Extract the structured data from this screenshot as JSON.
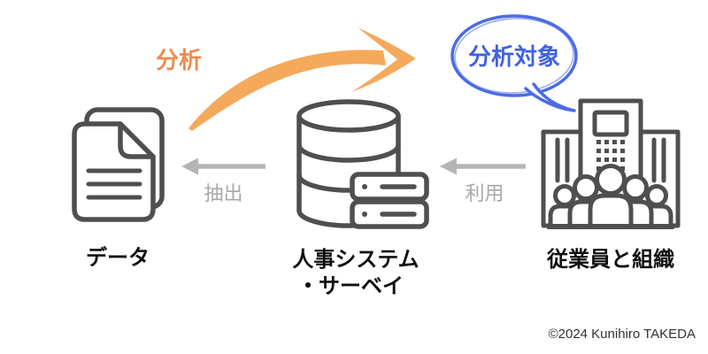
{
  "colors": {
    "icon_stroke": "#4f4f4f",
    "gray_arrow": "#b5b5b5",
    "gray_label": "#a8a8a8",
    "orange_arrow": "#f5a95b",
    "orange_label": "#ee8c4f",
    "blue_callout": "#4c6ce4",
    "text": "#0f0f0f",
    "background": "#ffffff"
  },
  "nodes": [
    {
      "id": "data",
      "icon": "documents-icon",
      "label": "データ"
    },
    {
      "id": "hr-system",
      "icon": "database-server-icon",
      "label": "人事システム",
      "label_line2": "・サーベイ"
    },
    {
      "id": "employees-org",
      "icon": "building-people-icon",
      "label": "従業員と組織"
    }
  ],
  "edges": [
    {
      "id": "analysis",
      "label": "分析",
      "style": "orange-curved-arrow",
      "from": "data",
      "to": "callout"
    },
    {
      "id": "extract",
      "label": "抽出",
      "style": "gray-left-arrow",
      "from": "hr-system",
      "to": "data"
    },
    {
      "id": "use",
      "label": "利用",
      "style": "gray-left-arrow",
      "from": "employees-org",
      "to": "hr-system"
    }
  ],
  "callout": {
    "label": "分析対象",
    "shape": "hand-drawn-speech-bubble"
  },
  "footer": {
    "copyright": "©2024 Kunihiro TAKEDA"
  }
}
